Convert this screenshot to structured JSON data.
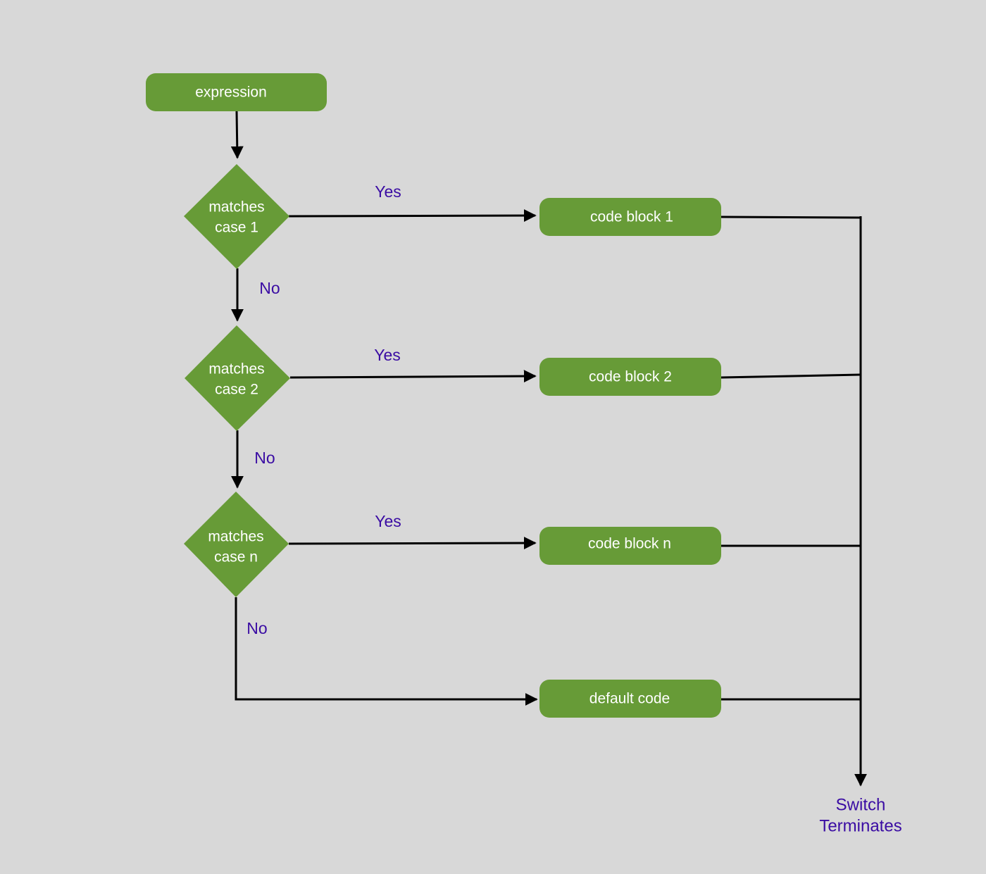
{
  "diagram": {
    "colors": {
      "background": "#d8d8d8",
      "node_fill": "#679b37",
      "node_text": "#ffffff",
      "label_text": "#3a0ca3",
      "connector": "#000000"
    },
    "nodes": {
      "expression": "expression",
      "case1": [
        "matches",
        "case 1"
      ],
      "case2": [
        "matches",
        "case 2"
      ],
      "casen": [
        "matches",
        "case n"
      ],
      "block1": "code block 1",
      "block2": "code block 2",
      "blockn": "code block n",
      "default": "default code"
    },
    "edge_labels": {
      "yes1": "Yes",
      "yes2": "Yes",
      "yesn": "Yes",
      "no1": "No",
      "no2": "No",
      "non": "No"
    },
    "terminal": [
      "Switch",
      "Terminates"
    ]
  }
}
